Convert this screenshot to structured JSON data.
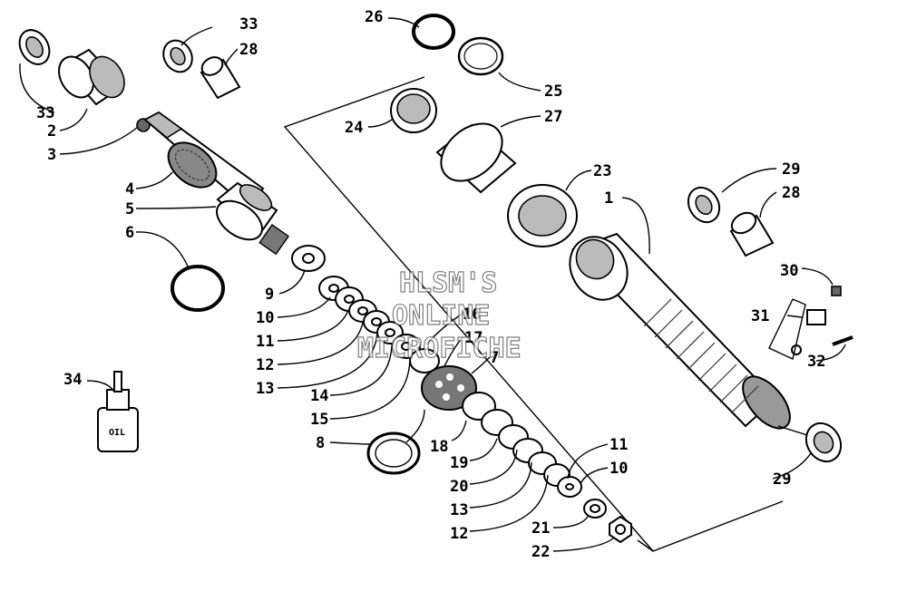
{
  "watermark": {
    "line1": "HLSM'S",
    "line2": "ONLINE",
    "line3": "MICROFICHE"
  },
  "oil_bottle": {
    "label": "OIL"
  },
  "callouts": [
    {
      "id": "c33a",
      "text": "33"
    },
    {
      "id": "c28a",
      "text": "28"
    },
    {
      "id": "c33b",
      "text": "33"
    },
    {
      "id": "c2",
      "text": "2"
    },
    {
      "id": "c3",
      "text": "3"
    },
    {
      "id": "c4",
      "text": "4"
    },
    {
      "id": "c5",
      "text": "5"
    },
    {
      "id": "c6",
      "text": "6"
    },
    {
      "id": "c9",
      "text": "9"
    },
    {
      "id": "c10a",
      "text": "10"
    },
    {
      "id": "c11a",
      "text": "11"
    },
    {
      "id": "c12a",
      "text": "12"
    },
    {
      "id": "c13a",
      "text": "13"
    },
    {
      "id": "c14",
      "text": "14"
    },
    {
      "id": "c15",
      "text": "15"
    },
    {
      "id": "c16",
      "text": "16"
    },
    {
      "id": "c17",
      "text": "17"
    },
    {
      "id": "c7",
      "text": "7"
    },
    {
      "id": "c8",
      "text": "8"
    },
    {
      "id": "c18",
      "text": "18"
    },
    {
      "id": "c19",
      "text": "19"
    },
    {
      "id": "c20",
      "text": "20"
    },
    {
      "id": "c13b",
      "text": "13"
    },
    {
      "id": "c12b",
      "text": "12"
    },
    {
      "id": "c11b",
      "text": "11"
    },
    {
      "id": "c10b",
      "text": "10"
    },
    {
      "id": "c21",
      "text": "21"
    },
    {
      "id": "c22",
      "text": "22"
    },
    {
      "id": "c34",
      "text": "34"
    },
    {
      "id": "c26",
      "text": "26"
    },
    {
      "id": "c25",
      "text": "25"
    },
    {
      "id": "c24",
      "text": "24"
    },
    {
      "id": "c27",
      "text": "27"
    },
    {
      "id": "c23",
      "text": "23"
    },
    {
      "id": "c1",
      "text": "1"
    },
    {
      "id": "c29a",
      "text": "29"
    },
    {
      "id": "c28b",
      "text": "28"
    },
    {
      "id": "c30",
      "text": "30"
    },
    {
      "id": "c31",
      "text": "31"
    },
    {
      "id": "c32",
      "text": "32"
    },
    {
      "id": "c29b",
      "text": "29"
    }
  ]
}
